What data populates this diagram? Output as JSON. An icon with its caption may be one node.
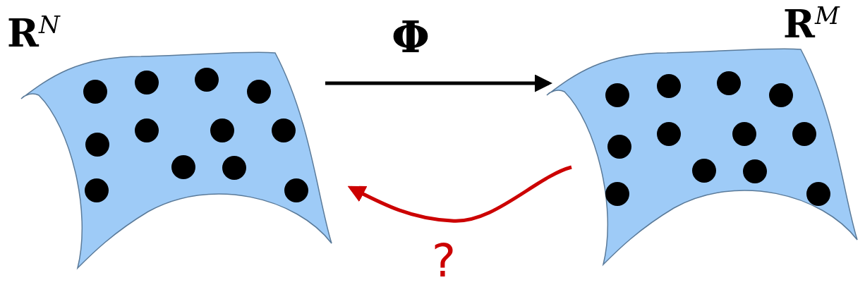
{
  "diagram": {
    "nodes": [
      {
        "text": [
          "**R**$^{N}$"
        ]
      },
      {
        "text": [
          "**R**$^{M}$"
        ]
      }
    ],
    "edges": [
      {
        "from": 0,
        "to": 1,
        "arrow": "to",
        "label": "Φ"
      },
      {
        "from": 1,
        "to": 0,
        "arrow": "to",
        "label": "?",
        "color": "#cc0000"
      }
    ]
  }
}
